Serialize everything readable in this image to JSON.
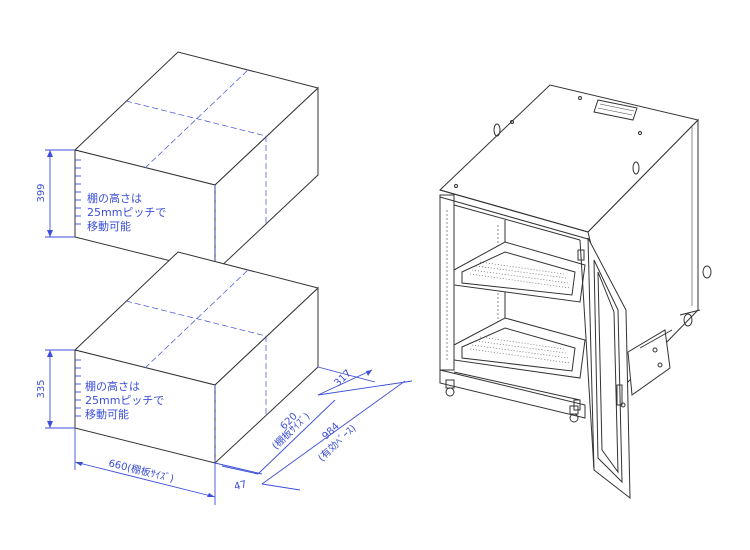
{
  "upper_box": {
    "height_dim": "399",
    "note_lines": [
      "棚の高さは",
      "25mmピッチで",
      "移動可能"
    ]
  },
  "lower_box": {
    "height_dim": "335",
    "note_lines": [
      "棚の高さは",
      "25mmピッチで",
      "移動可能"
    ]
  },
  "dimensions": {
    "width": "660(棚板ｻｲｽﾞ)",
    "depth_front_offset": "47",
    "depth_shelf": "620",
    "depth_shelf_note": "(棚板ｻｲｽﾞ)",
    "depth_effective": "984",
    "depth_effective_note": "(有効ﾍﾞｰｽ)",
    "depth_rear_offset": "317"
  },
  "colors": {
    "dimension": "#3c4fd8",
    "line": "#333333"
  }
}
